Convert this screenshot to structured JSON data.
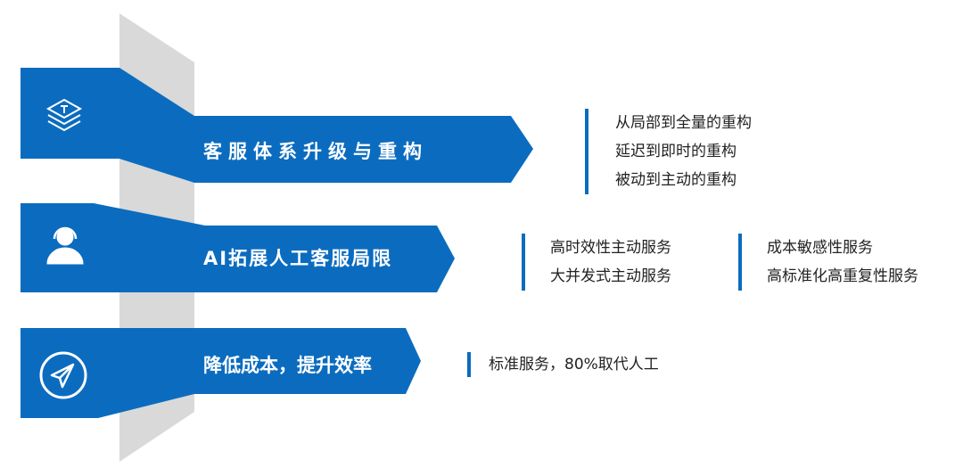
{
  "rows": [
    {
      "title": "客服体系升级与重构",
      "points": [
        "从局部到全量的重构",
        "延迟到即时的重构",
        "被动到主动的重构"
      ],
      "icon": "layers-icon"
    },
    {
      "title": "AI拓展人工客服局限",
      "points_a": [
        "高时效性主动服务",
        "大并发式主动服务"
      ],
      "points_b": [
        "成本敏感性服务",
        "高标准化高重复性服务"
      ],
      "icon": "headset-person-icon"
    },
    {
      "title": "降低成本，提升效率",
      "points": [
        "标准服务，80%取代人工"
      ],
      "icon": "paper-plane-icon"
    }
  ],
  "colors": {
    "brand": "#0b6cbf",
    "band": "#d9d9d9"
  }
}
